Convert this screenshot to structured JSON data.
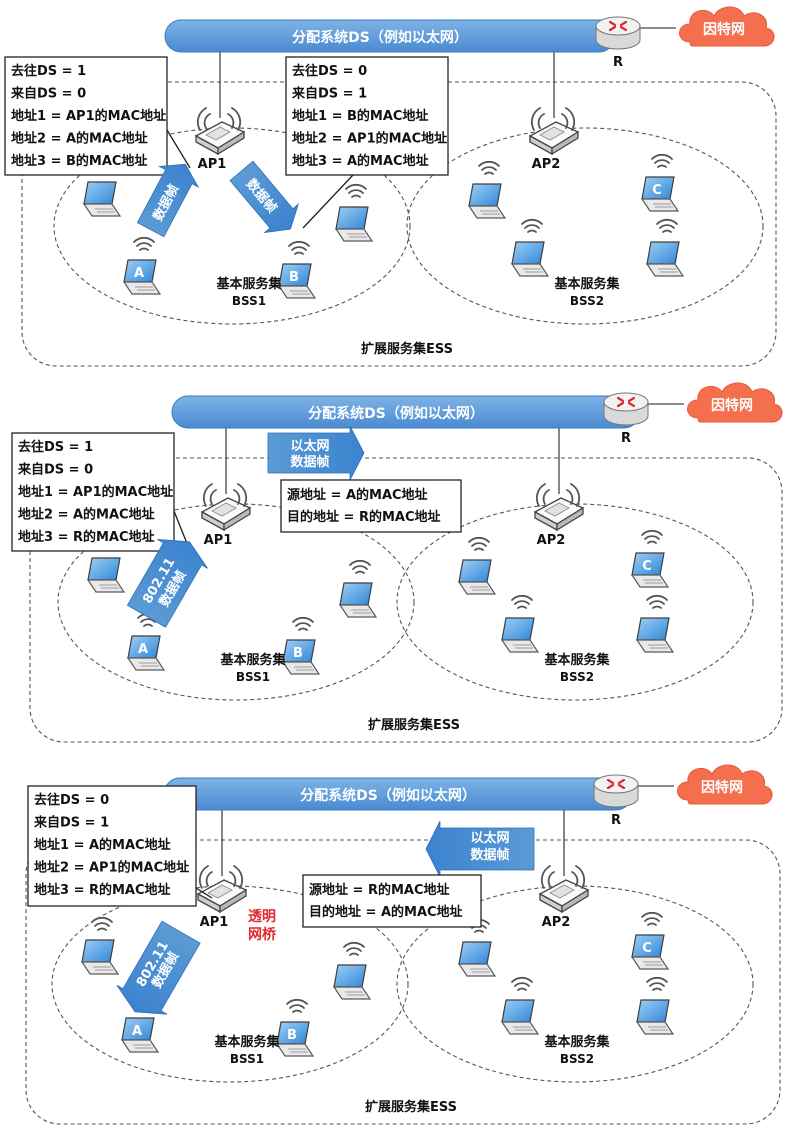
{
  "common": {
    "ds_label": "分配系统DS（例如以太网）",
    "internet": "因特网",
    "router": "R",
    "ap1": "AP1",
    "ap2": "AP2",
    "bss_title": "基本服务集",
    "bss1": "BSS1",
    "bss2": "BSS2",
    "ess": "扩展服务集ESS",
    "station_a": "A",
    "station_b": "B",
    "station_c": "C"
  },
  "panel1": {
    "box_left": [
      "去往DS = 1",
      "来自DS = 0",
      "地址1 = AP1的MAC地址",
      "地址2 = A的MAC地址",
      "地址3 = B的MAC地址"
    ],
    "box_right": [
      "去往DS = 0",
      "来自DS = 1",
      "地址1 = B的MAC地址",
      "地址2 = AP1的MAC地址",
      "地址3 = A的MAC地址"
    ],
    "arrow_left": "数据帧",
    "arrow_right": "数据帧"
  },
  "panel2": {
    "box_left": [
      "去往DS = 1",
      "来自DS = 0",
      "地址1 = AP1的MAC地址",
      "地址2 = A的MAC地址",
      "地址3 = R的MAC地址"
    ],
    "eth_box": [
      "源地址 = A的MAC地址",
      "目的地址 = R的MAC地址"
    ],
    "eth_arrow": [
      "以太网",
      "数据帧"
    ],
    "wifi_arrow": [
      "802.11",
      "数据帧"
    ]
  },
  "panel3": {
    "box_left": [
      "去往DS = 0",
      "来自DS = 1",
      "地址1 = A的MAC地址",
      "地址2 = AP1的MAC地址",
      "地址3 = R的MAC地址"
    ],
    "eth_box": [
      "源地址 = R的MAC地址",
      "目的地址 = A的MAC地址"
    ],
    "eth_arrow": [
      "以太网",
      "数据帧"
    ],
    "wifi_arrow": [
      "802.11",
      "数据帧"
    ],
    "bridge": [
      "透明",
      "网桥"
    ]
  },
  "colors": {
    "blue": "#5b9bd5",
    "blue_dark": "#2f75c6",
    "cloud": "#f36f4e",
    "bridge_text": "#e0282e"
  }
}
